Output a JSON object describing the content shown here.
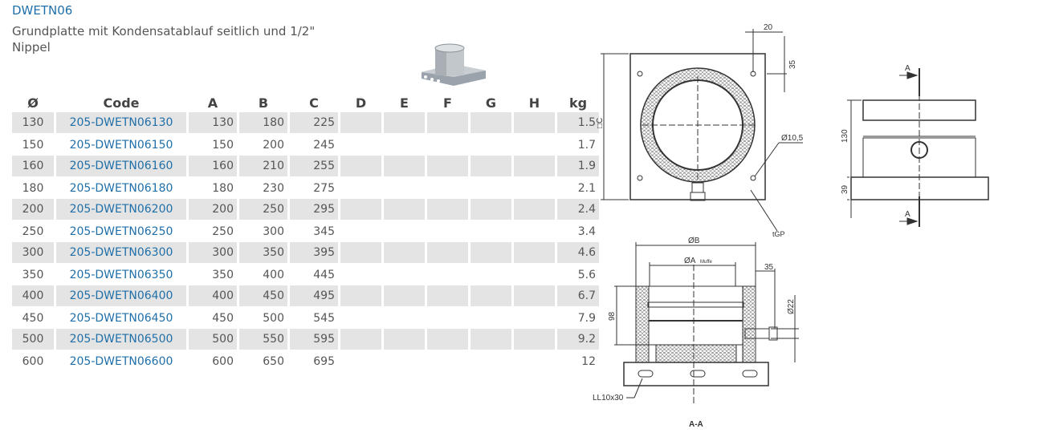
{
  "product": {
    "code": "DWETN06",
    "description": "Grundplatte mit Kondensatablauf seitlich und 1/2\" Nippel"
  },
  "table": {
    "headers": [
      "Ø",
      "Code",
      "A",
      "B",
      "C",
      "D",
      "E",
      "F",
      "G",
      "H",
      "kg"
    ],
    "rows": [
      [
        "130",
        "205-DWETN06130",
        "130",
        "180",
        "225",
        "",
        "",
        "",
        "",
        "",
        "1.5"
      ],
      [
        "150",
        "205-DWETN06150",
        "150",
        "200",
        "245",
        "",
        "",
        "",
        "",
        "",
        "1.7"
      ],
      [
        "160",
        "205-DWETN06160",
        "160",
        "210",
        "255",
        "",
        "",
        "",
        "",
        "",
        "1.9"
      ],
      [
        "180",
        "205-DWETN06180",
        "180",
        "230",
        "275",
        "",
        "",
        "",
        "",
        "",
        "2.1"
      ],
      [
        "200",
        "205-DWETN06200",
        "200",
        "250",
        "295",
        "",
        "",
        "",
        "",
        "",
        "2.4"
      ],
      [
        "250",
        "205-DWETN06250",
        "250",
        "300",
        "345",
        "",
        "",
        "",
        "",
        "",
        "3.4"
      ],
      [
        "300",
        "205-DWETN06300",
        "300",
        "350",
        "395",
        "",
        "",
        "",
        "",
        "",
        "4.6"
      ],
      [
        "350",
        "205-DWETN06350",
        "350",
        "400",
        "445",
        "",
        "",
        "",
        "",
        "",
        "5.6"
      ],
      [
        "400",
        "205-DWETN06400",
        "400",
        "450",
        "495",
        "",
        "",
        "",
        "",
        "",
        "6.7"
      ],
      [
        "450",
        "205-DWETN06450",
        "450",
        "500",
        "545",
        "",
        "",
        "",
        "",
        "",
        "7.9"
      ],
      [
        "500",
        "205-DWETN06500",
        "500",
        "550",
        "595",
        "",
        "",
        "",
        "",
        "",
        "9.2"
      ],
      [
        "600",
        "205-DWETN06600",
        "600",
        "650",
        "695",
        "",
        "",
        "",
        "",
        "",
        "12"
      ]
    ]
  },
  "drawing": {
    "top_view": {
      "dim_20": "20",
      "dim_35": "35",
      "dim_c": "□C",
      "hole": "Ø10,5",
      "thickness": "tGP"
    },
    "side_view": {
      "section_a": "A",
      "dim_130": "130",
      "dim_39": "39"
    },
    "section": {
      "dim_b": "ØB",
      "dim_a": "ØA",
      "dim_a_sub": "Muffe",
      "dim_35": "35",
      "dim_98": "98",
      "dim_22": "Ø22",
      "slot": "LL10x30",
      "title": "A-A"
    }
  },
  "colors": {
    "accent": "#1f6fa8",
    "row_shade": "#e4e4e4"
  }
}
